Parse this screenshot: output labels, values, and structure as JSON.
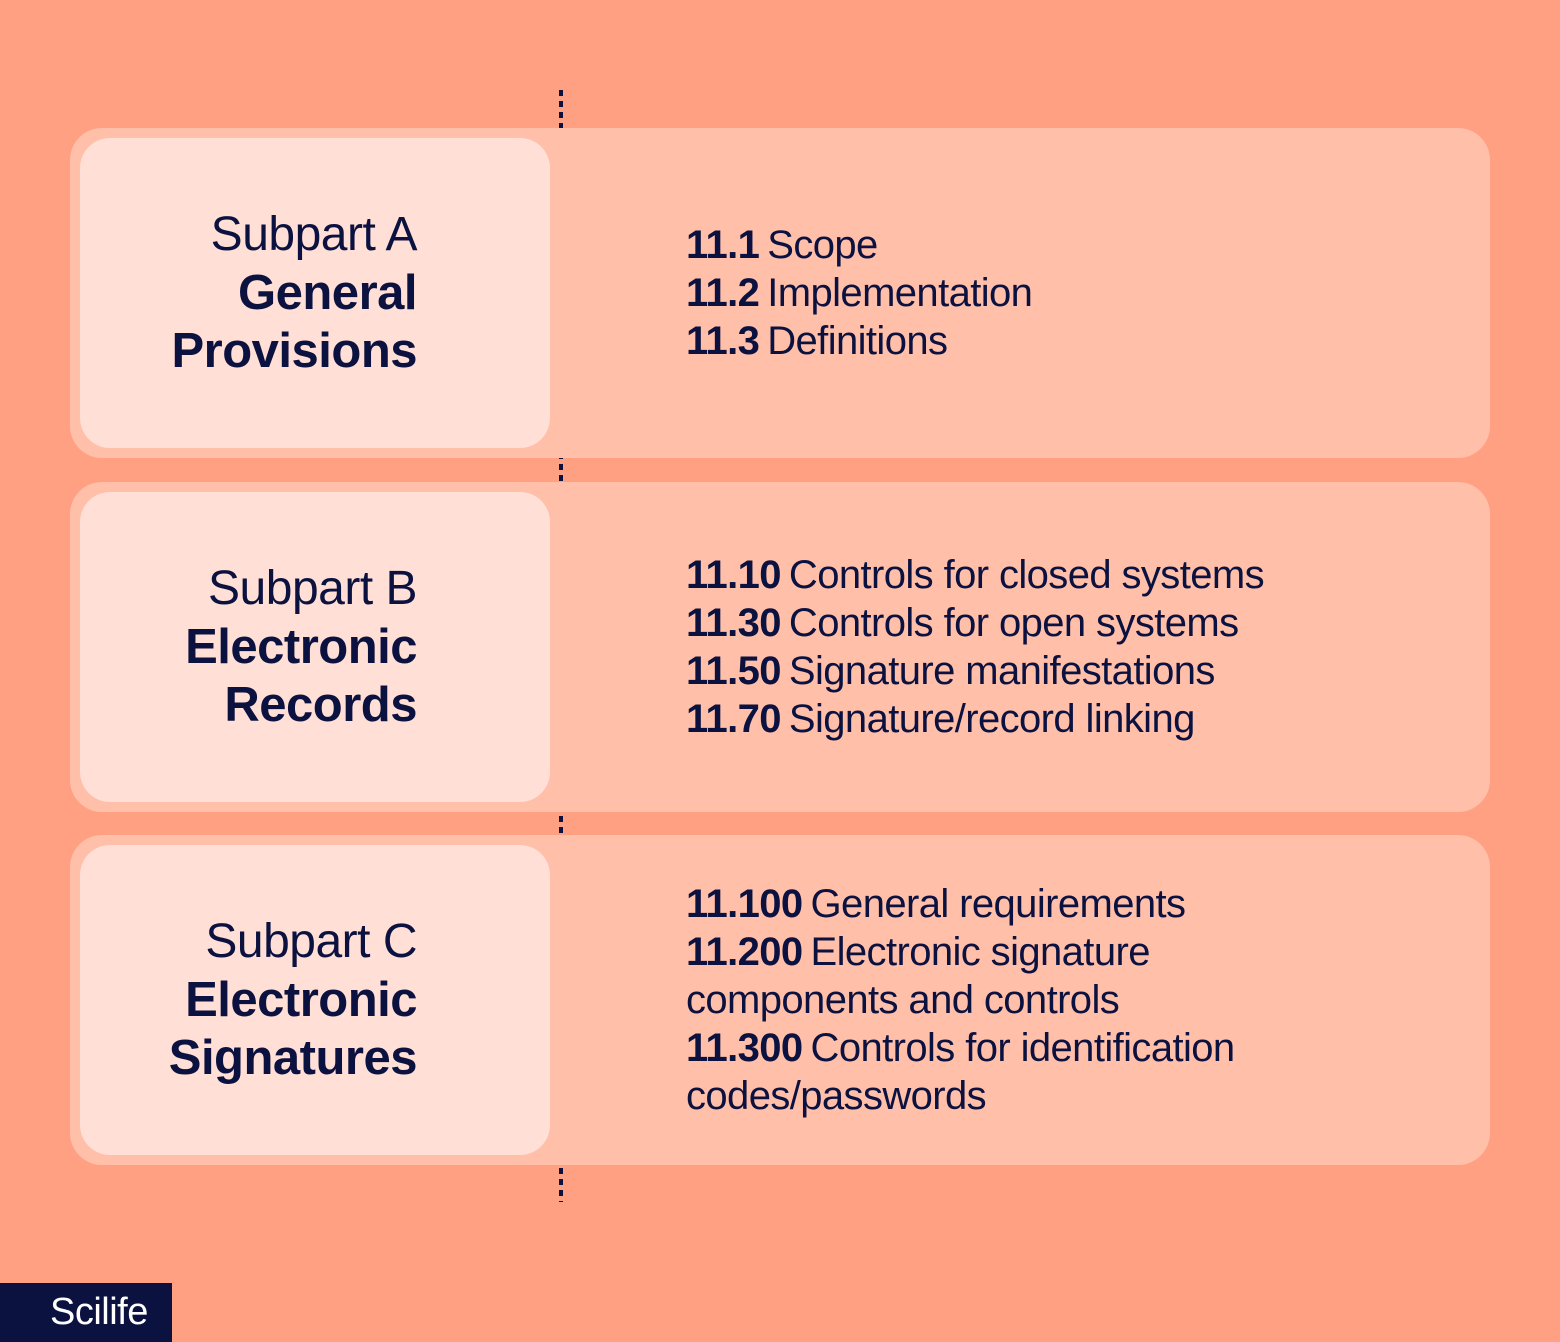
{
  "colors": {
    "background": "#FFA083",
    "panel": "#FFBFA9",
    "card": "#FFDFD6",
    "text": "#0B1240",
    "logo_bg": "#0B1240",
    "logo_text": "#FFFFFF"
  },
  "subparts": [
    {
      "label": "Subpart A",
      "title_line1": "General",
      "title_line2": "Provisions",
      "items": [
        {
          "num": "11.1",
          "text": "Scope"
        },
        {
          "num": "11.2",
          "text": "Implementation"
        },
        {
          "num": "11.3",
          "text": "Definitions"
        }
      ]
    },
    {
      "label": "Subpart B",
      "title_line1": "Electronic",
      "title_line2": "Records",
      "items": [
        {
          "num": "11.10",
          "text": "Controls for closed systems"
        },
        {
          "num": "11.30",
          "text": "Controls for open systems"
        },
        {
          "num": "11.50",
          "text": "Signature manifestations"
        },
        {
          "num": "11.70",
          "text": "Signature/record linking"
        }
      ]
    },
    {
      "label": "Subpart C",
      "title_line1": "Electronic",
      "title_line2": "Signatures",
      "items": [
        {
          "num": "11.100",
          "text": "General requirements"
        },
        {
          "num": "11.200",
          "text": "Electronic signature components and controls"
        },
        {
          "num": "11.300",
          "text": "Controls for identification codes/passwords"
        }
      ]
    }
  ],
  "logo": {
    "text": "Scilife"
  }
}
